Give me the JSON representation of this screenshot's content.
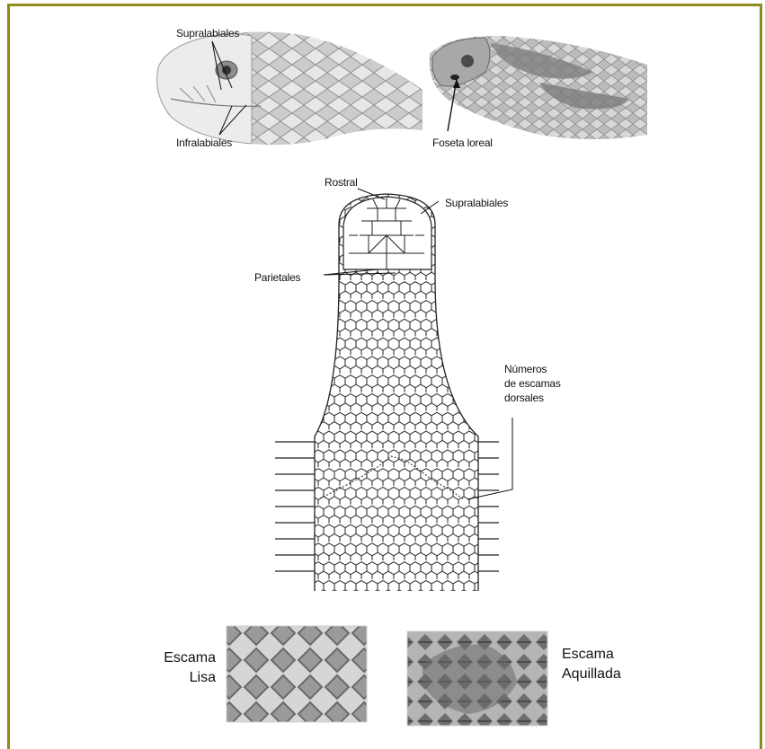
{
  "colors": {
    "border": "#8d8a1e",
    "ink": "#111111"
  },
  "top_left_panel": {
    "label_top": "Supralabiales",
    "label_bottom": "Infralabiales"
  },
  "top_right_panel": {
    "label": "Foseta loreal"
  },
  "center_diagram": {
    "rostral": "Rostral",
    "supralabiales": "Supralabiales",
    "parietales": "Parietales",
    "dorsal_count_line1": "Números",
    "dorsal_count_line2": "de escamas",
    "dorsal_count_line3": "dorsales"
  },
  "scale_types": {
    "smooth_line1": "Escama",
    "smooth_line2": "Lisa",
    "keeled_line1": "Escama",
    "keeled_line2": "Aquillada"
  }
}
